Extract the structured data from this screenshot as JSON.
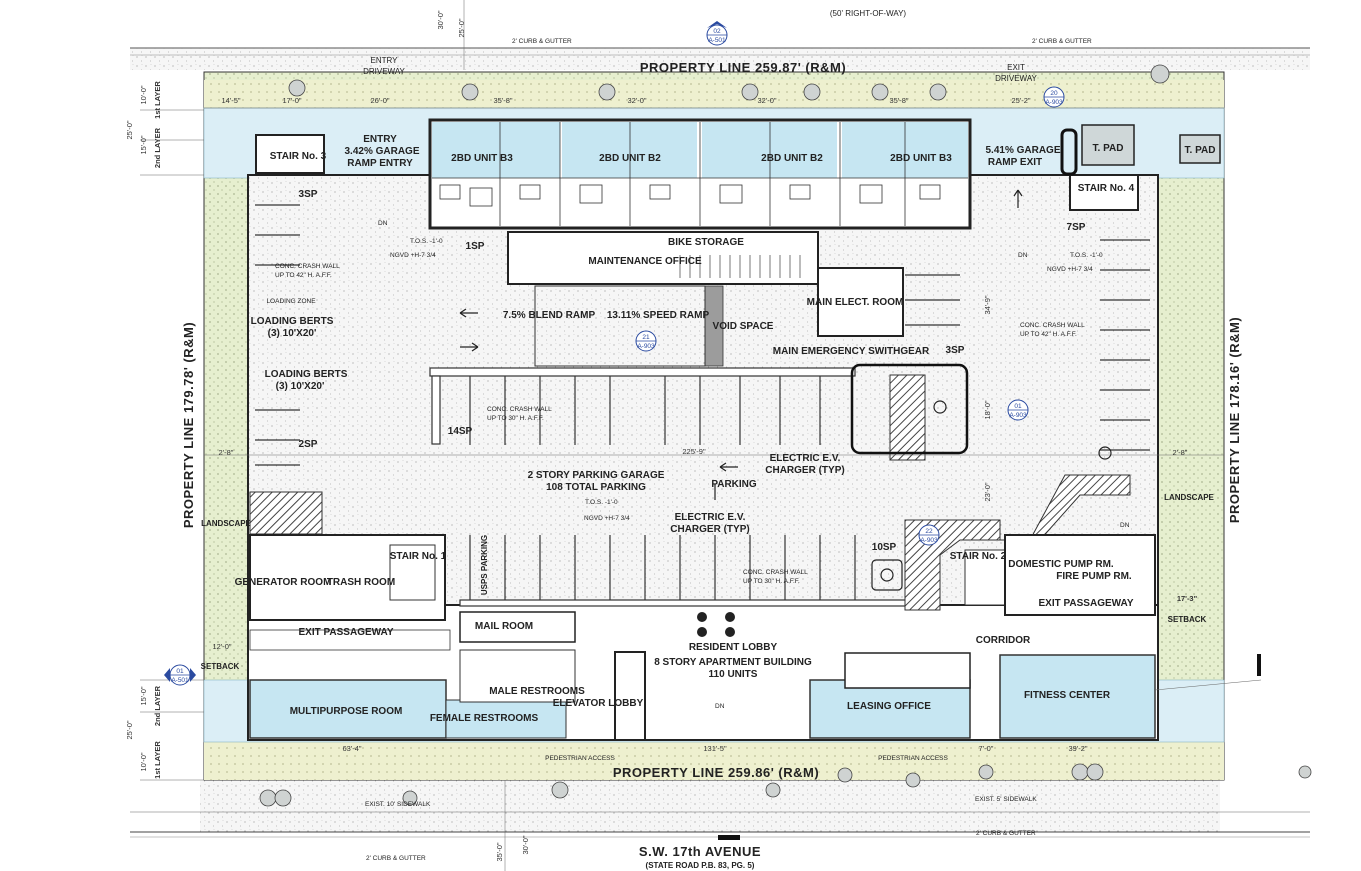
{
  "street": {
    "top_row": "(50' RIGHT-OF-WAY)",
    "bottom_name": "S.W. 17th AVENUE",
    "bottom_sub": "(STATE ROAD P.B. 83, PG. 5)"
  },
  "property_lines": {
    "top": "PROPERTY LINE 259.87' (R&M)",
    "bottom": "PROPERTY LINE 259.86' (R&M)",
    "left": "PROPERTY LINE 179.78' (R&M)",
    "right": "PROPERTY LINE 178.16' (R&M)"
  },
  "curbs": {
    "top_left": "2' CURB & GUTTER",
    "top_right": "2' CURB & GUTTER",
    "bottom_left": "2' CURB & GUTTER",
    "bottom_right": "2' CURB & GUTTER"
  },
  "driveways": {
    "entry_1": "ENTRY",
    "entry_2": "DRIVEWAY",
    "exit_1": "EXIT",
    "exit_2": "DRIVEWAY"
  },
  "sidewalks": {
    "left": "EXIST. 10' SIDEWALK",
    "right": "EXIST. 5' SIDEWALK",
    "ped_1": "PEDESTRIAN ACCESS",
    "ped_2": "PEDESTRIAN ACCESS"
  },
  "layers": {
    "l1_top": "1st LAYER",
    "l2_top": "2nd LAYER",
    "l1_bot": "1st LAYER",
    "l2_bot": "2nd LAYER",
    "d25_top": "25'-0\"",
    "d15_top": "15'-0\"",
    "d10_top": "10'-0\"",
    "d25_bot": "25'-0\"",
    "d15_bot": "15'-0\"",
    "d10_bot": "10'-0\""
  },
  "tags": {
    "t1_num": "02",
    "t1_ref": "A-501",
    "t2_num": "20",
    "t2_ref": "A-903",
    "t3_num": "21",
    "t3_ref": "A-903",
    "t4_num": "01",
    "t4_ref": "A-903",
    "t5_num": "22",
    "t5_ref": "A-903",
    "t6_num": "01",
    "t6_ref": "A-501"
  },
  "units": {
    "u1": "2BD UNIT B3",
    "u2": "2BD UNIT B2",
    "u3": "2BD UNIT B2",
    "u4": "2BD UNIT B3"
  },
  "rooms": {
    "stair3": "STAIR No. 3",
    "stair4": "STAIR No. 4",
    "stair1": "STAIR No. 1",
    "stair2": "STAIR No. 2",
    "bike": "BIKE STORAGE",
    "maint": "MAINTENANCE OFFICE",
    "main_elec": "MAIN ELECT. ROOM",
    "void": "VOID SPACE",
    "switchgear": "MAIN EMERGENCY SWITHGEAR",
    "generator": "GENERATOR ROOM",
    "trash": "TRASH ROOM",
    "exit_pass_left": "EXIT PASSAGEWAY",
    "exit_pass_right": "EXIT PASSAGEWAY",
    "mail": "MAIL ROOM",
    "lobby": "RESIDENT LOBBY",
    "building_1": "8 STORY APARTMENT BUILDING",
    "building_2": "110 UNITS",
    "male_rr": "MALE RESTROOMS",
    "female_rr": "FEMALE RESTROOMS",
    "elev_lobby": "ELEVATOR LOBBY",
    "leasing": "LEASING OFFICE",
    "fitness": "FITNESS CENTER",
    "multipurpose": "MULTIPURPOSE ROOM",
    "domestic": "DOMESTIC PUMP RM.",
    "fire": "FIRE PUMP RM.",
    "corridor": "CORRIDOR",
    "tpad1": "T. PAD",
    "tpad2": "T. PAD",
    "landscape_l": "LANDSCAPE",
    "landscape_r": "LANDSCAPE",
    "setback_l": "SETBACK",
    "setback_r": "SETBACK",
    "usps": "USPS PARKING"
  },
  "ramps": {
    "entry_1": "ENTRY",
    "entry_2": "3.42% GARAGE",
    "entry_3": "RAMP ENTRY",
    "exit_1": "5.41% GARAGE",
    "exit_2": "RAMP EXIT",
    "blend": "7.5% BLEND RAMP",
    "speed": "13.11% SPEED RAMP"
  },
  "parking": {
    "p3sp_l": "3SP",
    "p1sp": "1SP",
    "p7sp": "7SP",
    "p3sp_r": "3SP",
    "p14sp": "14SP",
    "p2sp": "2SP",
    "p10sp": "10SP",
    "garage_1": "2 STORY PARKING GARAGE",
    "garage_2": "108 TOTAL PARKING",
    "parking": "PARKING",
    "ev1_1": "ELECTRIC E.V.",
    "ev1_2": "CHARGER (TYP)",
    "ev2_1": "ELECTRIC E.V.",
    "ev2_2": "CHARGER (TYP)",
    "load1_1": "LOADING BERTS",
    "load1_2": "(3) 10'X20'",
    "load2_1": "LOADING BERTS",
    "load2_2": "(3) 10'X20'",
    "lz": "LOADING ZONE"
  },
  "notes": {
    "crash_tl_1": "CONC. CRASH WALL",
    "crash_tl_2": "UP TO 42\" H. A.F.F.",
    "crash_tr_1": "CONC. CRASH WALL",
    "crash_tr_2": "UP TO 42\" H. A.F.F.",
    "crash_m1_1": "CONC. CRASH WALL",
    "crash_m1_2": "UP TO 30\" H. A.F.F.",
    "crash_m2_1": "CONC. CRASH WALL",
    "crash_m2_2": "UP TO 30\" H. A.F.F.",
    "tos1_1": "T.O.S. -1'-0",
    "tos1_2": "NGVD +H-7 3/4",
    "tos2_1": "T.O.S. -1'-0",
    "tos2_2": "NGVD +H-7 3/4",
    "tos3_1": "T.O.S. -1'-0",
    "tos3_2": "NGVD +H-7 3/4",
    "dn1": "DN",
    "dn2": "DN",
    "dn3": "DN",
    "dn4": "DN"
  },
  "dims": {
    "d14": "14'-5\"",
    "d17": "17'-0\"",
    "d26": "26'-0\"",
    "d35a": "35'-8\"",
    "d32a": "32'-0\"",
    "d32b": "32'-0\"",
    "d35b": "35'-8\"",
    "d25": "25'-2\"",
    "d63": "63'-4\"",
    "d131": "131'-5\"",
    "d7": "7'-0\"",
    "d39": "39'-2\"",
    "d225": "225'-9\"",
    "d12": "12'-0\"",
    "d17r": "17'-3\"",
    "d30t": "30'-0\"",
    "d25t": "25'-0\"",
    "d35bt": "35'-0\"",
    "d30b": "30'-0\"",
    "d349": "34'-9\"",
    "d180": "18'-0\"",
    "d230": "23'-0\"",
    "d28": "2'-8\"",
    "d28r": "2'-8\""
  }
}
